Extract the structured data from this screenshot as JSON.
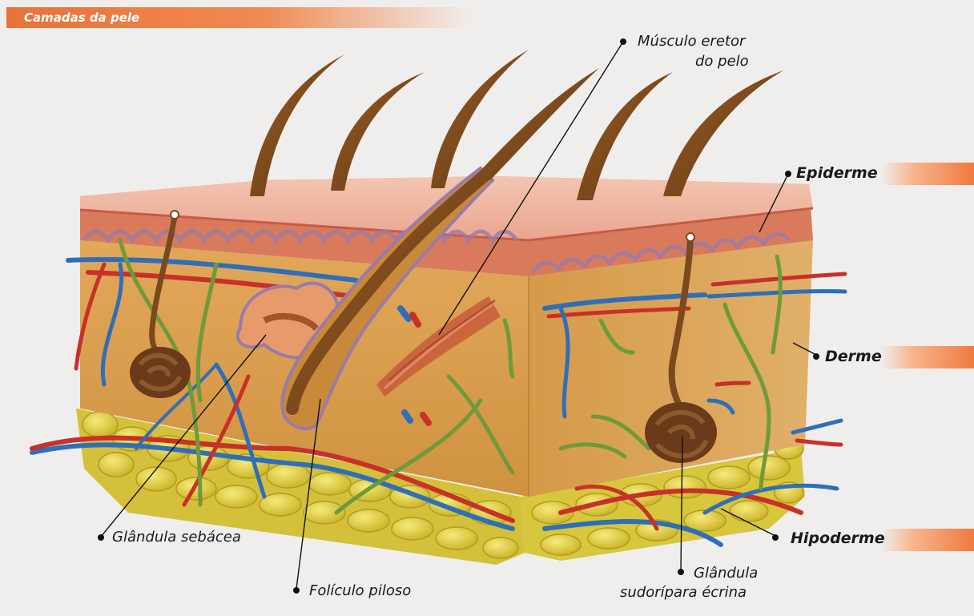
{
  "title": "Camadas da pele",
  "labels": {
    "musculo_line1": "Músculo eretor",
    "musculo_line2": "do pelo",
    "epiderme": "Epiderme",
    "derme": "Derme",
    "hipoderme": "Hipoderme",
    "glandula_sebacea": "Glândula sebácea",
    "foliculo_piloso": "Folículo piloso",
    "glandula_sud_line1": "Glândula",
    "glandula_sud_line2": "sudorípara écrina"
  },
  "colors": {
    "accent": "#ef7a3f",
    "epidermis": "#e9a58c",
    "dermis": "#d9a24a",
    "fat": "#e6d23a",
    "artery": "#c8302a",
    "vein": "#2f6fb8",
    "nerve": "#6f9a3a",
    "hair": "#7a4a1e"
  }
}
